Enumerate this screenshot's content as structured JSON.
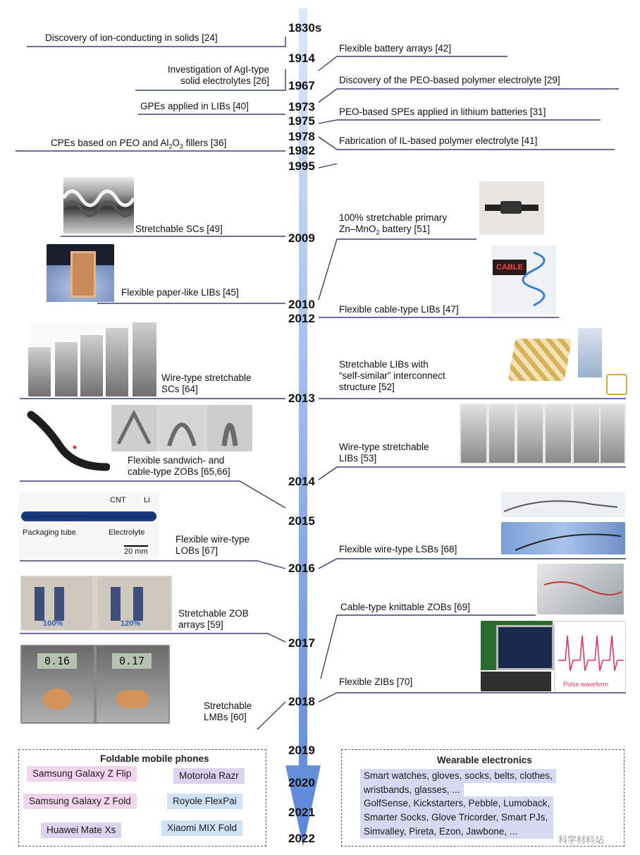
{
  "colors": {
    "arrow_top": "#dce8fa",
    "arrow_bottom": "#5a86d8",
    "line": "#39406a",
    "chip_pink": "#f3d6ee",
    "chip_blue": "#cfe2f7",
    "chip_violet": "#ddd3ee",
    "wear_bg": "#d7d9f3"
  },
  "years": [
    "1830s",
    "1914",
    "1967",
    "1973",
    "1975",
    "1978",
    "1982",
    "1995",
    "2009",
    "2010",
    "2012",
    "2013",
    "2014",
    "2015",
    "2016",
    "2017",
    "2018",
    "2019",
    "2020",
    "2021",
    "2022"
  ],
  "events": {
    "ion_conducting": "Discovery of ion-conducting in solids [24]",
    "flex_battery_arrays": "Flexible battery arrays [42]",
    "agi_1": "Investigation of AgI-type",
    "agi_2": "solid electrolytes [26]",
    "peo_discovery": "Discovery of the PEO-based polymer electrolyte [29]",
    "gpes": "GPEs applied in LIBs [40]",
    "peo_spes": "PEO-based SPEs applied in lithium batteries [31]",
    "cpes_pre": "CPEs based on PEO and Al",
    "cpes_sub1": "2",
    "cpes_mid": "O",
    "cpes_sub2": "3",
    "cpes_post": " fillers [36]",
    "il_based": "Fabrication of IL-based polymer electrolyte [41]",
    "stretch_scs": "Stretchable SCs [49]",
    "zn_mno2_1": "100% stretchable primary",
    "zn_mno2_2a": "Zn–MnO",
    "zn_mno2_sub": "2",
    "zn_mno2_2b": " battery [51]",
    "paper_libs": "Flexible paper-like LIBs [45]",
    "cable_libs": "Flexible cable-type LIBs [47]",
    "wire_scs_1": "Wire-type stretchable",
    "wire_scs_2": "SCs [64]",
    "self_similar_1": "Stretchable LIBs with",
    "self_similar_2": "“self-similar” interconnect",
    "self_similar_3": "structure [52]",
    "sandwich_1": "Flexible sandwich- and",
    "sandwich_2": "cable-type ZOBs [65,66]",
    "wire_libs_1": "Wire-type stretchable",
    "wire_libs_2": "LIBs [53]",
    "lobs_1": "Flexible wire-type",
    "lobs_2": "LOBs [67]",
    "lsbs": "Flexible wire-type LSBs [68]",
    "zob_arrays_1": "Stretchable ZOB",
    "zob_arrays_2": "arrays [59]",
    "knittable": "Cable-type knittable ZOBs [69]",
    "zibs": "Flexible ZIBs [70]",
    "lmbs_1": "Stretchable",
    "lmbs_2": "LMBs [60]"
  },
  "image_labels": {
    "cnt": "CNT",
    "li": "Li",
    "packaging": "Packaging tube",
    "electrolyte": "Electrolyte",
    "scale": "20 mm",
    "display_1": "0.16",
    "display_2": "0.17",
    "pulse": "Pulse waveform",
    "percent_1": "100%",
    "percent_2": "120%"
  },
  "foldable": {
    "title": "Foldable mobile phones",
    "phones": [
      "Samsung Galaxy Z Flip",
      "Motorola Razr",
      "Samsung Galaxy Z Fold",
      "Royole FlexPai",
      "Huawei Mate Xs",
      "Xiaomi MIX Fold"
    ]
  },
  "wearable": {
    "title": "Wearable electronics",
    "group1": [
      "Smart watches, gloves, socks, belts, clothes,",
      "wristbands, glasses, ..."
    ],
    "group2": [
      "GolfSense, Kickstarters, Pebble, Lumoback,",
      "Smarter Socks, Glove Tricorder, Smart PJs,",
      "Simvalley, Pireta, Ezon, Jawbone, ..."
    ]
  },
  "watermark": "科学材料站"
}
